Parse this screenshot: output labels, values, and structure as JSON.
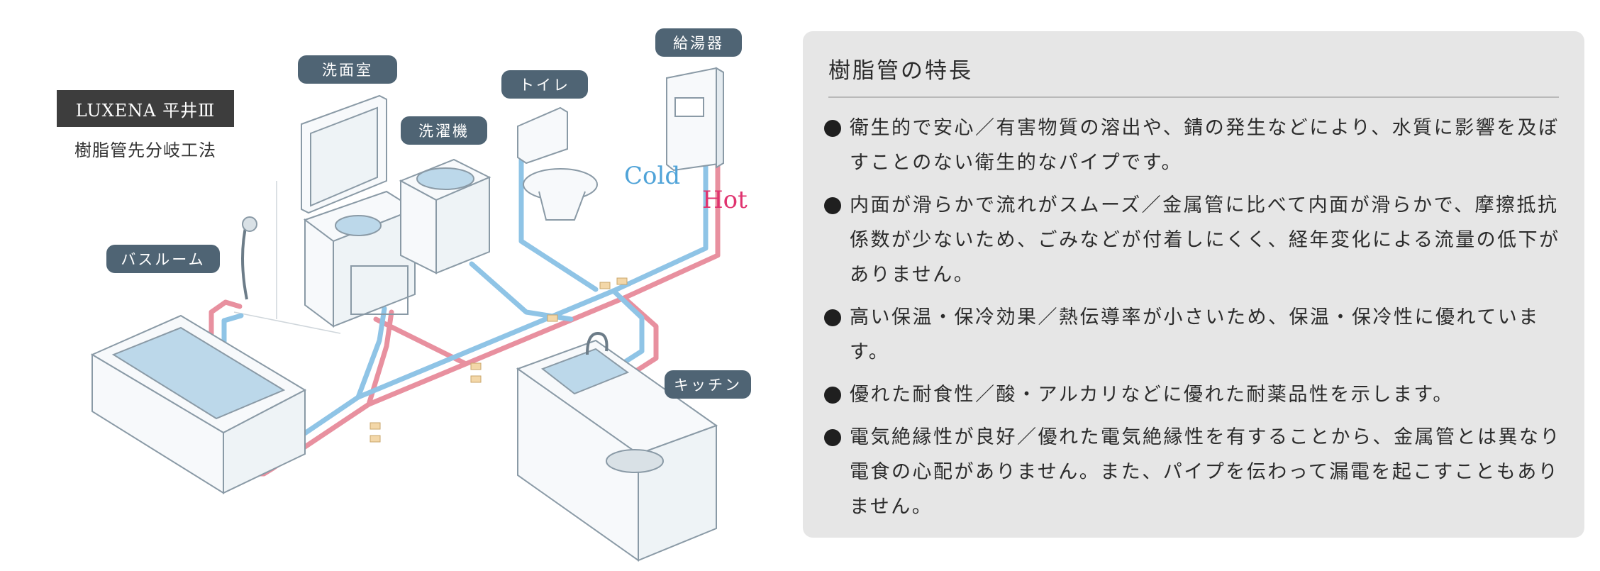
{
  "brand": {
    "name": "LUXENA 平井Ⅲ",
    "method": "樹脂管先分岐工法"
  },
  "rooms": {
    "senmen": "洗面室",
    "sentaku": "洗濯機",
    "toilet": "トイレ",
    "kyutoki": "給湯器",
    "bath": "バスルーム",
    "kitchen": "キッチン"
  },
  "pipes": {
    "cold": "Cold",
    "hot": "Hot",
    "cold_color": "#8fc4e6",
    "hot_color": "#e8909f"
  },
  "panel": {
    "title": "樹脂管の特長",
    "features": [
      "衛生的で安心／有害物質の溶出や、錆の発生などにより、水質に影響を及ぼすことのない衛生的なパイプです。",
      "内面が滑らかで流れがスムーズ／金属管に比べて内面が滑らかで、摩擦抵抗係数が少ないため、ごみなどが付着しにくく、経年変化による流量の低下がありません。",
      "高い保温・保冷効果／熱伝導率が小さいため、保温・保冷性に優れています。",
      "優れた耐食性／酸・アルカリなどに優れた耐薬品性を示します。",
      "電気絶縁性が良好／優れた電気絶縁性を有することから、金属管とは異なり電食の心配がありません。また、パイプを伝わって漏電を起こすこともありません。"
    ]
  }
}
